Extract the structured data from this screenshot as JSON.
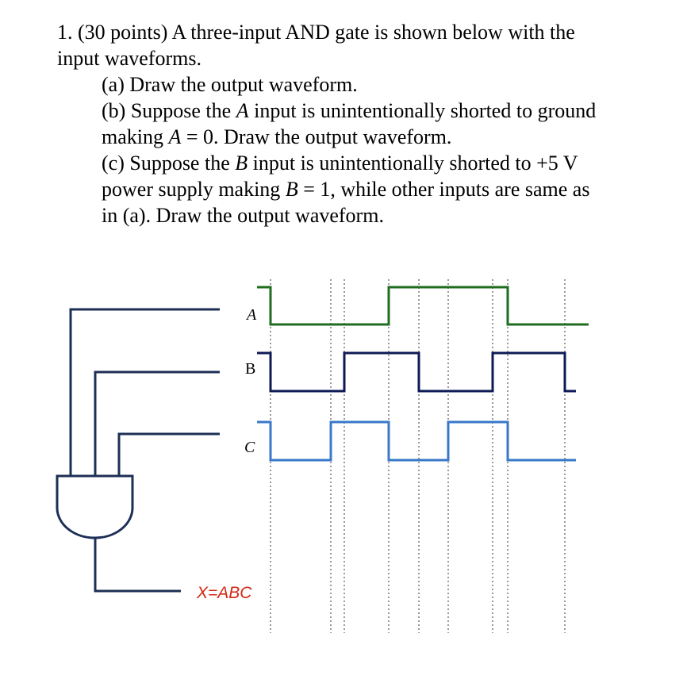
{
  "problem": {
    "line1": "1. (30 points) A three-input AND gate is shown below with the",
    "line2": "input waveforms.",
    "part_a": "(a) Draw the output waveform.",
    "part_b_1_pre": "(b) Suppose the ",
    "part_b_1_var": "A",
    "part_b_1_post": " input is unintentionally shorted to ground",
    "part_b_2_pre": "making ",
    "part_b_2_var": "A",
    "part_b_2_post": " = 0. Draw the output waveform.",
    "part_c_1_pre": "(c) Suppose the ",
    "part_c_1_var": "B",
    "part_c_1_post": " input is unintentionally shorted to +5 V",
    "part_c_2_pre": "power supply making ",
    "part_c_2_var": "B",
    "part_c_2_post": " = 1, while other inputs are same as",
    "part_c_3": "in (a). Draw the output waveform."
  },
  "diagram": {
    "labels": {
      "a": "A",
      "b": "B",
      "c": "C",
      "output": "X=ABC"
    },
    "colors": {
      "a": "#1f6e1f",
      "b": "#0e1a55",
      "c": "#3a78c9",
      "gate": "#1d2f56",
      "output_label": "#d32a14",
      "grid": "#333333"
    },
    "waveforms": {
      "a": [
        1,
        0,
        0,
        1,
        1,
        0,
        0
      ],
      "b": [
        1,
        0,
        1,
        0,
        1,
        0,
        0
      ],
      "c": [
        1,
        0,
        1,
        0,
        1,
        0,
        0
      ]
    }
  }
}
